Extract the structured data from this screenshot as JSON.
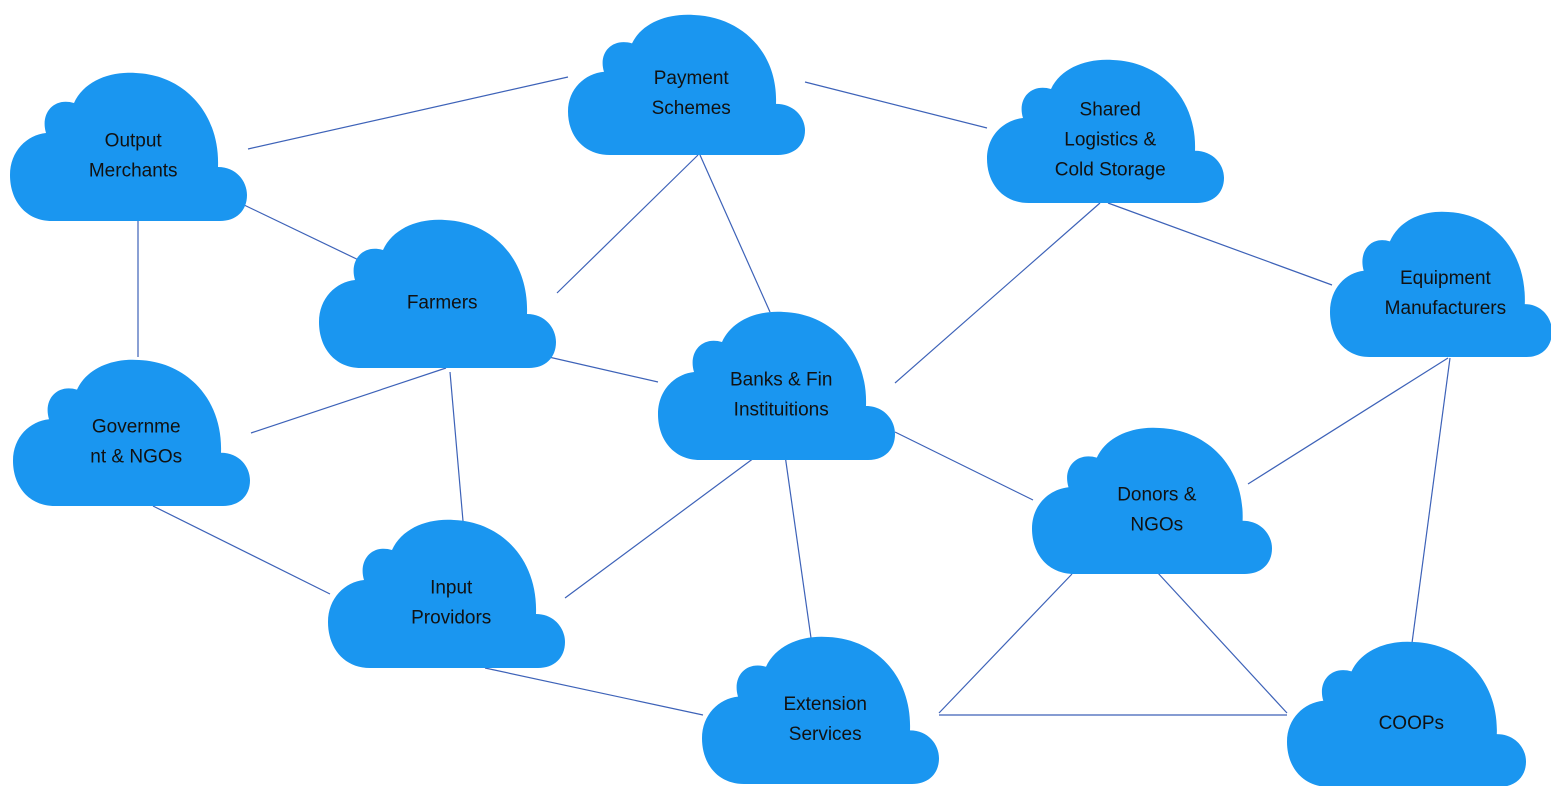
{
  "diagram": {
    "nodes": [
      {
        "id": "payment",
        "lines": [
          "Payment",
          "Schemes"
        ]
      },
      {
        "id": "output",
        "lines": [
          "Output",
          "Merchants"
        ]
      },
      {
        "id": "logistics",
        "lines": [
          "Shared",
          "Logistics &",
          "Cold Storage"
        ]
      },
      {
        "id": "farmers",
        "lines": [
          "Farmers"
        ]
      },
      {
        "id": "equipment",
        "lines": [
          "Equipment",
          "Manufacturers"
        ]
      },
      {
        "id": "banks",
        "lines": [
          "Banks & Fin",
          "Instituitions"
        ]
      },
      {
        "id": "government",
        "lines": [
          "Governme",
          "nt & NGOs"
        ]
      },
      {
        "id": "donors",
        "lines": [
          "Donors &",
          "NGOs"
        ]
      },
      {
        "id": "input",
        "lines": [
          "Input",
          "Providors"
        ]
      },
      {
        "id": "extension",
        "lines": [
          "Extension",
          "Services"
        ]
      },
      {
        "id": "coops",
        "lines": [
          "COOPs"
        ]
      }
    ],
    "edges": [
      [
        "output",
        "payment"
      ],
      [
        "payment",
        "logistics"
      ],
      [
        "output",
        "farmers"
      ],
      [
        "output",
        "government"
      ],
      [
        "payment",
        "farmers"
      ],
      [
        "payment",
        "banks"
      ],
      [
        "farmers",
        "banks"
      ],
      [
        "farmers",
        "government"
      ],
      [
        "farmers",
        "input"
      ],
      [
        "government",
        "input"
      ],
      [
        "logistics",
        "banks"
      ],
      [
        "logistics",
        "equipment"
      ],
      [
        "banks",
        "donors"
      ],
      [
        "banks",
        "input"
      ],
      [
        "banks",
        "extension"
      ],
      [
        "equipment",
        "donors"
      ],
      [
        "equipment",
        "coops"
      ],
      [
        "donors",
        "extension"
      ],
      [
        "donors",
        "coops"
      ],
      [
        "extension",
        "coops"
      ],
      [
        "input",
        "extension"
      ]
    ]
  }
}
